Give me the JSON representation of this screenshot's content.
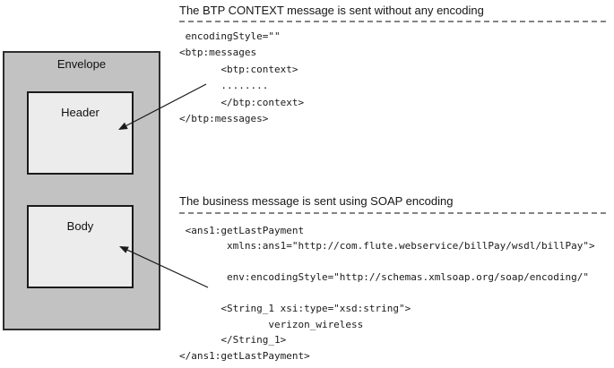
{
  "diagram": {
    "envelope_label": "Envelope",
    "header_label": "Header",
    "body_label": "Body"
  },
  "sections": [
    {
      "title": "The BTP CONTEXT message is sent without any encoding",
      "code": " encodingStyle=\"\"\n<btp:messages\n       <btp:context>\n       ........\n       </btp:context>\n</btp:messages>"
    },
    {
      "title": "The business message is sent using SOAP encoding",
      "code": " <ans1:getLastPayment\n        xmlns:ans1=\"http://com.flute.webservice/billPay/wsdl/billPay\">\n\n        env:encodingStyle=\"http://schemas.xmlsoap.org/soap/encoding/\"\n\n       <String_1 xsi:type=\"xsd:string\">\n               verizon_wireless\n       </String_1>\n</ans1:getLastPayment>"
    }
  ],
  "colors": {
    "envelope_fill": "#c2c2c2",
    "inner_box_fill": "#ececec",
    "border": "#1a1a1a",
    "line": "#3a3a3a",
    "text": "#161616"
  }
}
